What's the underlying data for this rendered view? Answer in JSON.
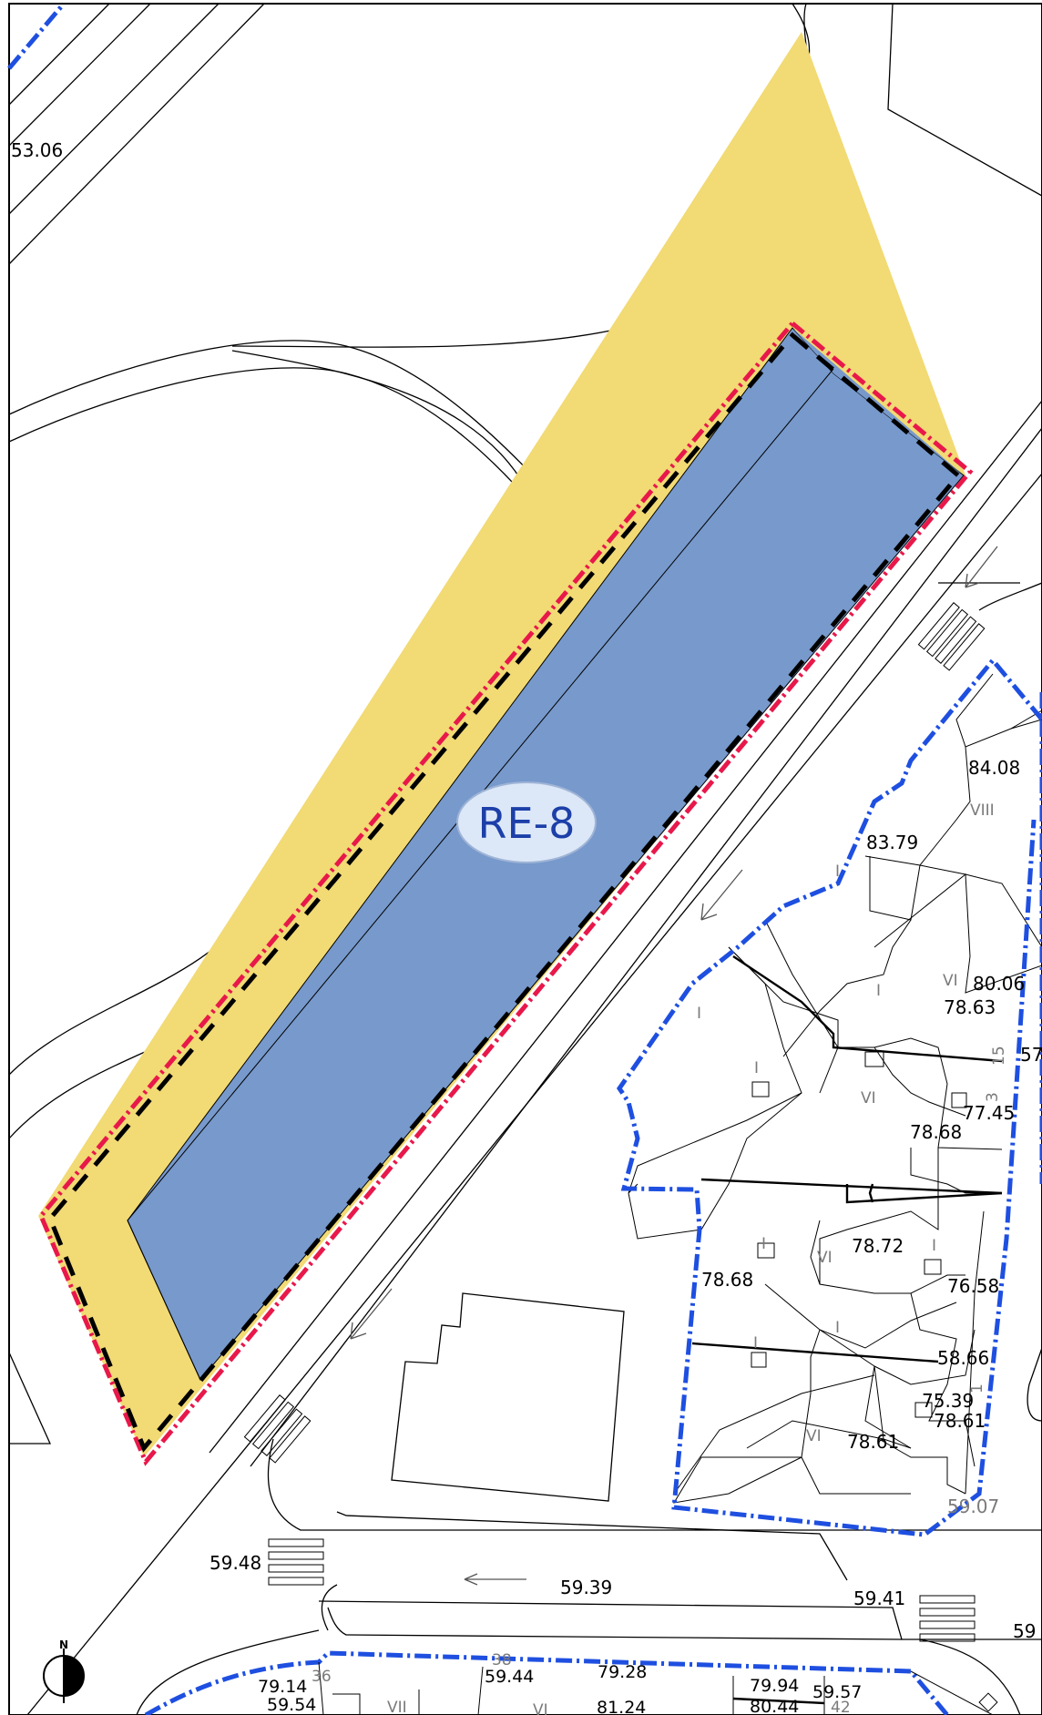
{
  "plot": {
    "label": "RE-8",
    "colors": {
      "built": "#7799cc",
      "setback": "#f2da74",
      "boundary_outer": "#e8184a",
      "boundary_inner": "#000000"
    }
  },
  "blocks": {
    "color": "#1e4fe0"
  },
  "north": {
    "letter": "N"
  },
  "elevations": [
    "53.06",
    "84.08",
    "83.79",
    "80.06",
    "78.63",
    "77.45",
    "78.68",
    "78.72",
    "78.68",
    "76.58",
    "58.66",
    "75.39",
    "78.61",
    "78.61",
    "59.07",
    "59.48",
    "59.39",
    "59.41",
    "59",
    "79.14",
    "59.54",
    "59.44",
    "79.28",
    "79.94",
    "59.57",
    "80.44",
    "81.24"
  ],
  "floors": [
    "VIII",
    "I",
    "VI",
    "I",
    "I",
    "I",
    "VI",
    "I",
    "VI",
    "I",
    "I",
    "I",
    "VI",
    "VII",
    "VI"
  ],
  "street_numbers": [
    "15",
    "3",
    "1",
    "38",
    "36",
    "42",
    "57"
  ]
}
